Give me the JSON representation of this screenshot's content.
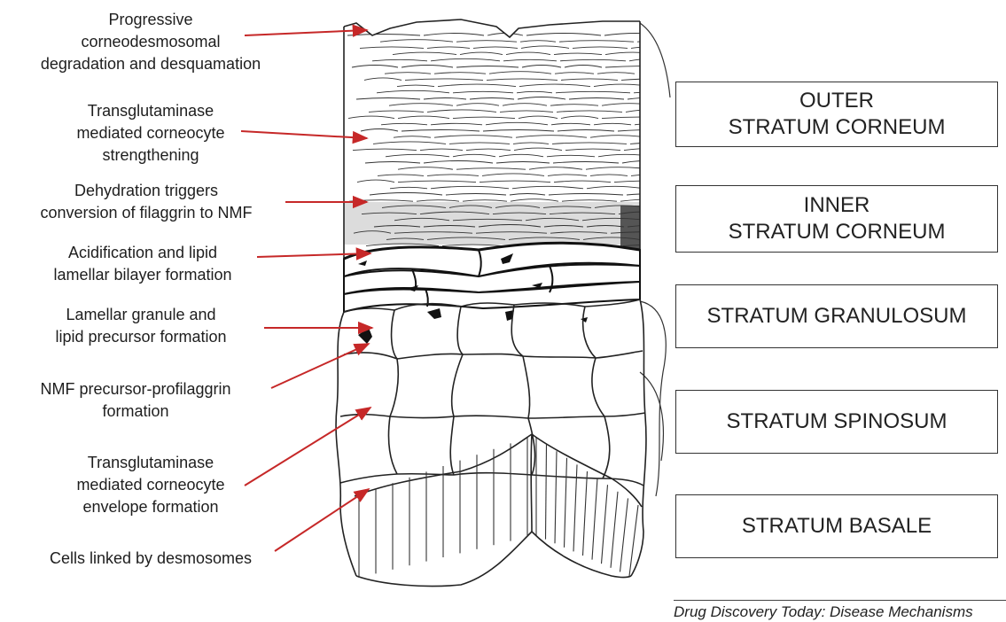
{
  "figure": {
    "annotations": [
      {
        "id": "desquamation",
        "lines": [
          "Progressive",
          "corneodesmosomal",
          "degradation and desquamation"
        ]
      },
      {
        "id": "strengthening",
        "lines": [
          "Transglutaminase",
          "mediated corneocyte",
          "strengthening"
        ]
      },
      {
        "id": "dehydration",
        "lines": [
          "Dehydration triggers",
          "conversion of filaggrin to NMF"
        ]
      },
      {
        "id": "acidification",
        "lines": [
          "Acidification and lipid",
          "lamellar bilayer formation"
        ]
      },
      {
        "id": "lamellar-granule",
        "lines": [
          "Lamellar granule and",
          "lipid precursor formation"
        ]
      },
      {
        "id": "profilaggrin",
        "lines": [
          "NMF precursor-profilaggrin",
          "formation"
        ]
      },
      {
        "id": "envelope",
        "lines": [
          "Transglutaminase",
          "mediated corneocyte",
          "envelope formation"
        ]
      },
      {
        "id": "desmosomes",
        "lines": [
          "Cells linked by desmosomes"
        ]
      }
    ],
    "layers": [
      {
        "id": "outer-sc",
        "label": "OUTER\nSTRATUM CORNEUM"
      },
      {
        "id": "inner-sc",
        "label": "INNER\nSTRATUM CORNEUM"
      },
      {
        "id": "granulosum",
        "label": "STRATUM GRANULOSUM"
      },
      {
        "id": "spinosum",
        "label": "STRATUM SPINOSUM"
      },
      {
        "id": "basale",
        "label": "STRATUM BASALE"
      }
    ],
    "credit": "Drug Discovery Today: Disease Mechanisms",
    "colors": {
      "arrow": "#c62828",
      "ink": "#222222",
      "shade": "#d6d6d6"
    }
  }
}
